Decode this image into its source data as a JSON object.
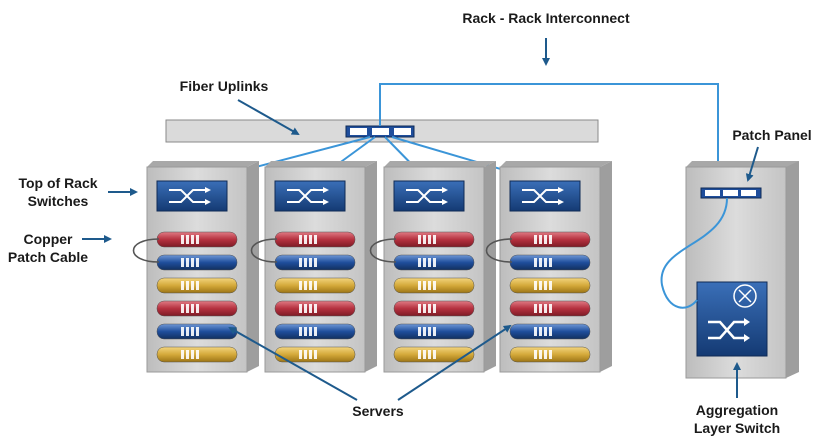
{
  "labels": {
    "rack_interconnect": "Rack - Rack Interconnect",
    "fiber_uplinks": "Fiber Uplinks",
    "patch_panel": "Patch Panel",
    "tor_line1": "Top of Rack",
    "tor_line2": "Switches",
    "copper_line1": "Copper",
    "copper_line2": "Patch Cable",
    "servers": "Servers",
    "agg_line1": "Aggregation",
    "agg_line2": "Layer Switch"
  },
  "server_colors": [
    "red",
    "blue",
    "gold",
    "red",
    "blue",
    "gold"
  ],
  "colors": {
    "red": "#b5313f",
    "blue": "#1f4e9c",
    "gold": "#d4a93a",
    "switch": "#1d4f96",
    "fiber": "#3b95d8",
    "arrow": "#1e5a8c",
    "rack": "#cfcfcf"
  }
}
